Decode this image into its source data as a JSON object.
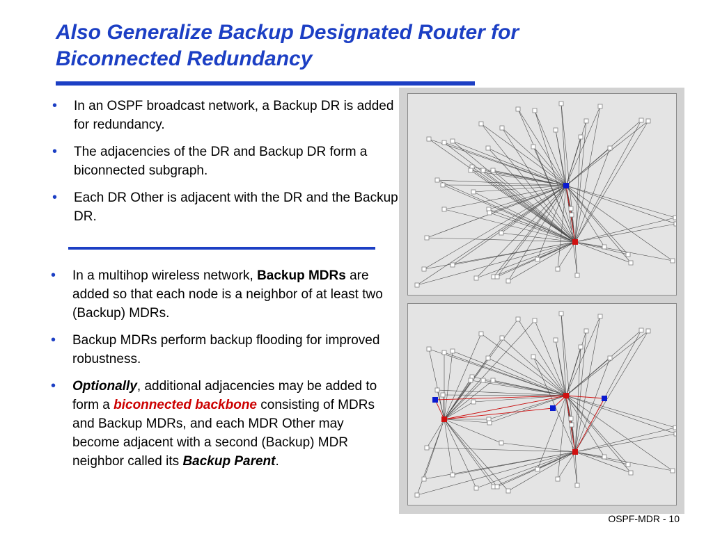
{
  "slide": {
    "title_line1": "Also Generalize Backup Designated Router for",
    "title_line2": "Biconnected Redundancy",
    "footer": "OSPF-MDR - 10",
    "accent_color": "#1c3fc4",
    "highlight_color": "#cc0000"
  },
  "bullets_top": [
    "In an OSPF broadcast network, a Backup DR is added for redundancy.",
    "The adjacencies of the DR and Backup DR form a biconnected subgraph.",
    "Each DR Other is adjacent with the DR and the Backup DR."
  ],
  "bullets_bottom": {
    "b1": {
      "pre": "In a multihop wireless network, ",
      "bold": "Backup MDRs",
      "post": " are added so that each node is a neighbor of at least two (Backup) MDRs."
    },
    "b2": {
      "text": "Backup MDRs perform backup flooding for improved robustness."
    },
    "b3": {
      "emph": "Optionally",
      "t1": ", additional adjacencies may be added to form a ",
      "red": "biconnected backbone",
      "t2": " consisting of MDRs and Backup MDRs, and each MDR Other may become adjacent with a second (Backup) MDR neighbor called its ",
      "emph2": "Backup Parent",
      "t3": "."
    }
  },
  "figure": {
    "node_colors": {
      "dr": "#0a1ad0",
      "backup": "#d01010",
      "other": "#808080"
    }
  }
}
